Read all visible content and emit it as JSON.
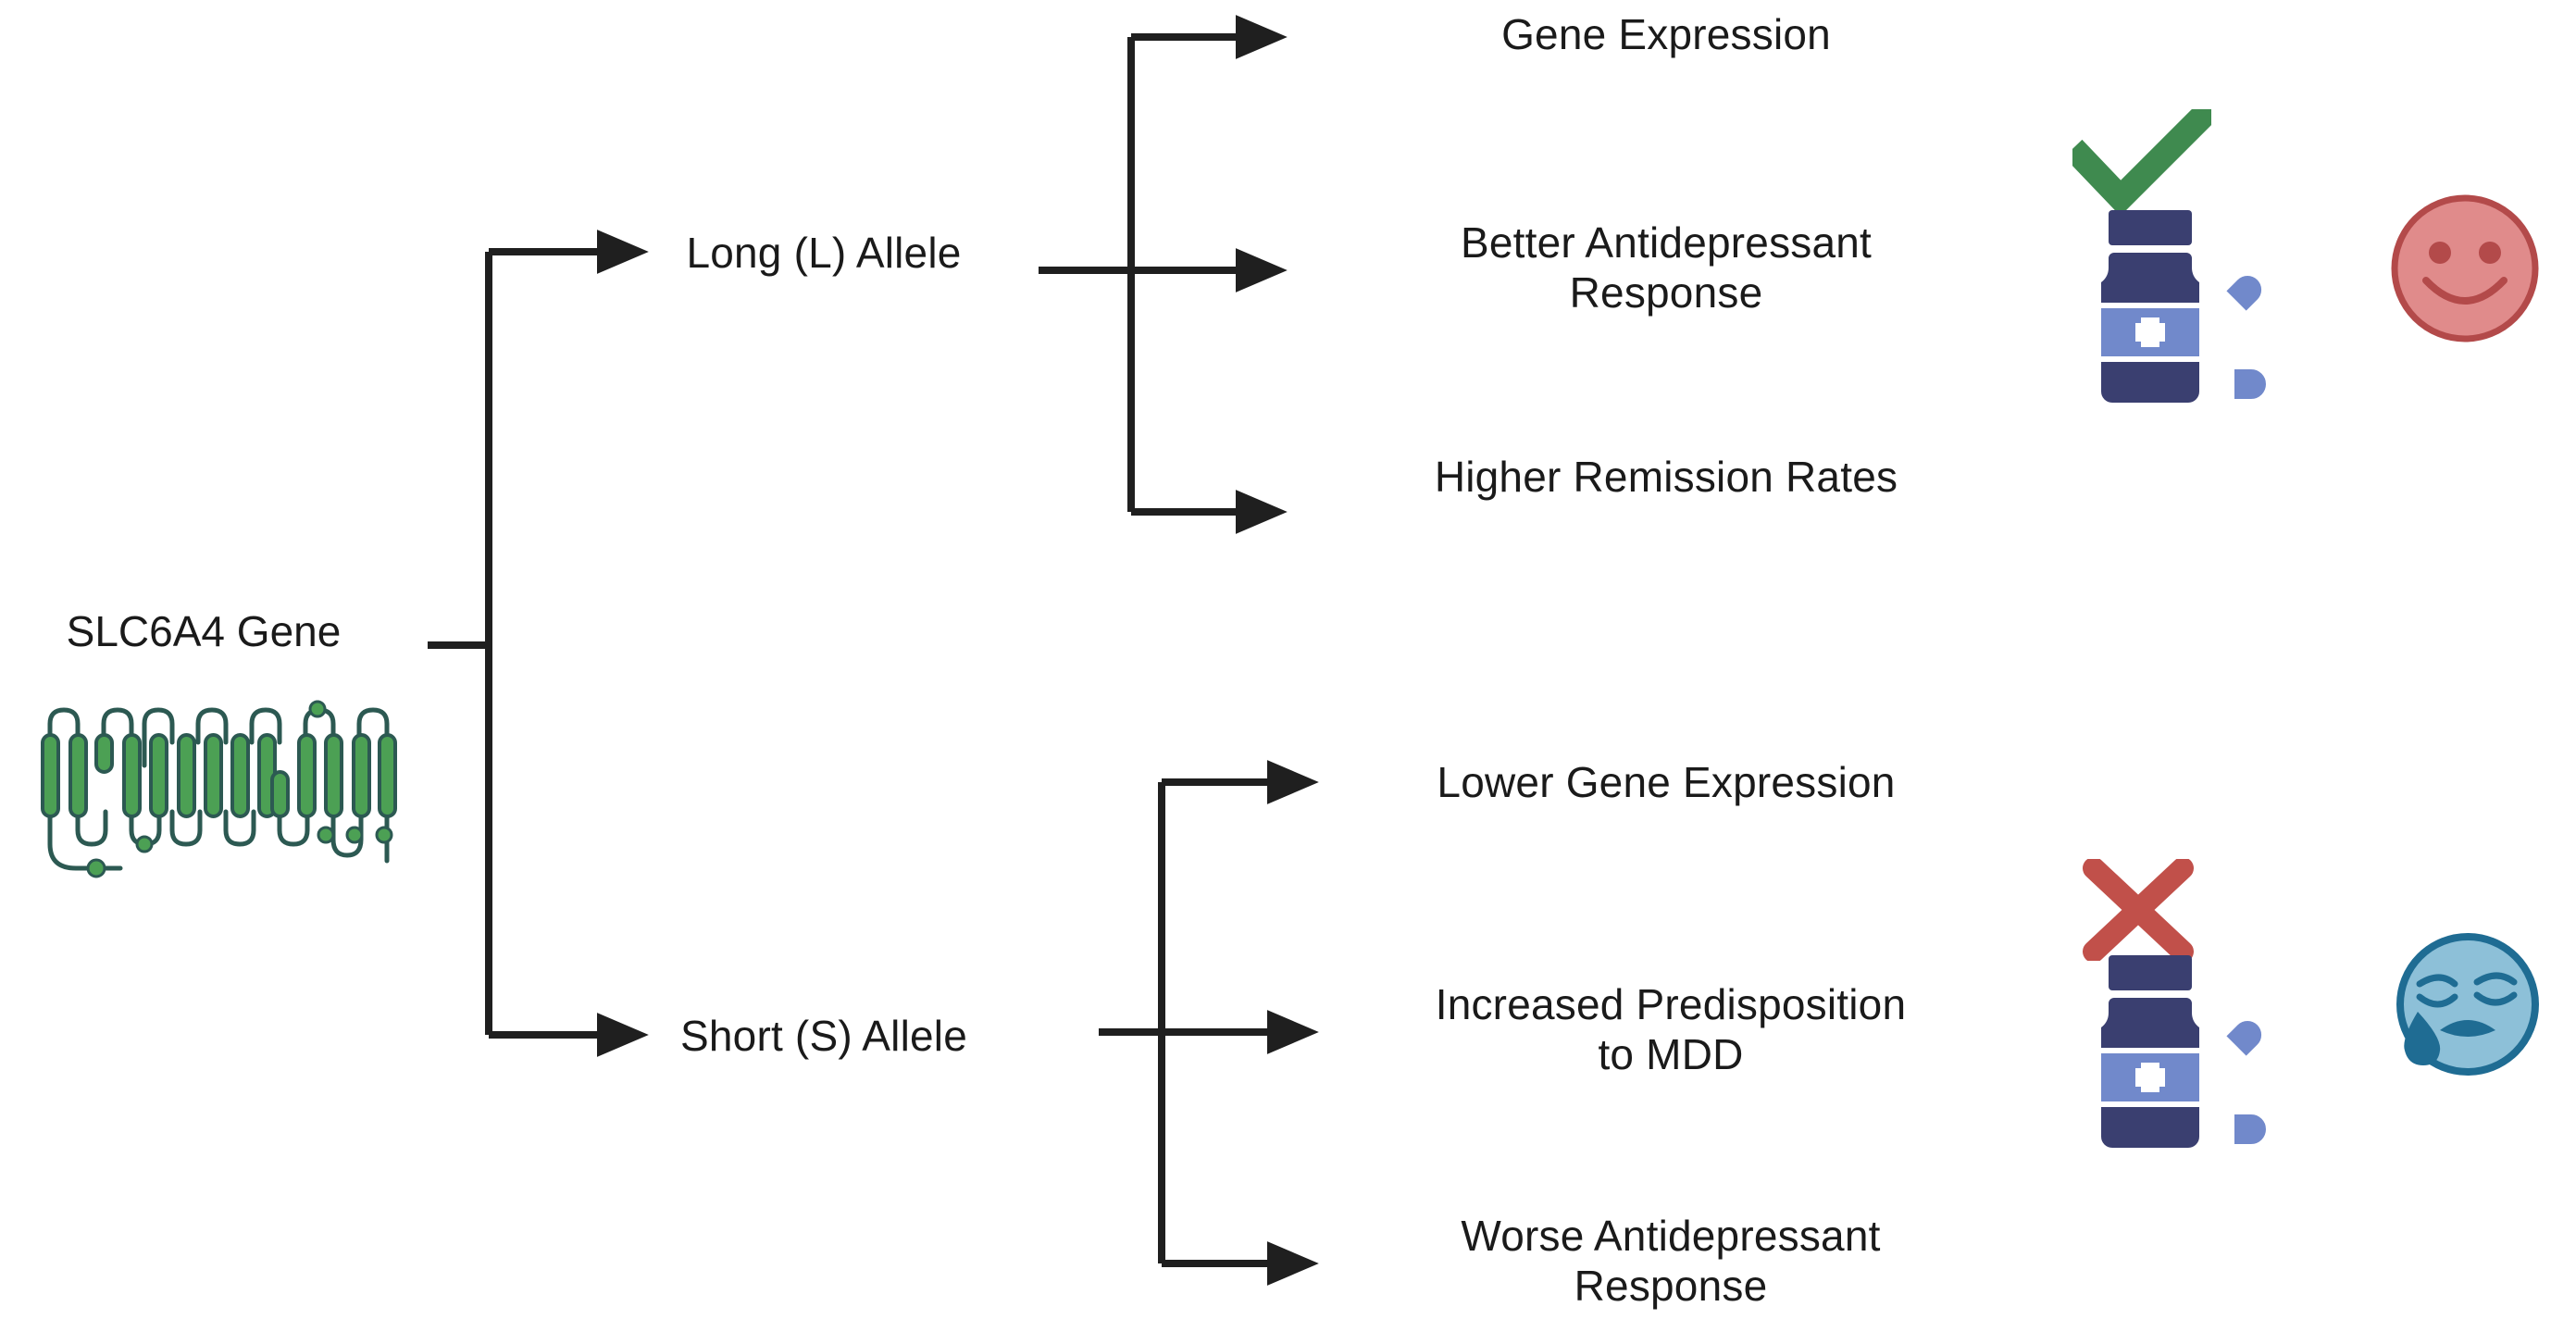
{
  "diagram": {
    "title": "SLC6A4 Gene allele outcomes flowchart",
    "root": {
      "label": "SLC6A4 Gene",
      "icon": "serotonin-transporter-protein-icon"
    },
    "branches": [
      {
        "id": "long-allele",
        "label": "Long (L) Allele",
        "outcomes": [
          {
            "id": "gene-expression",
            "text": "Gene Expression"
          },
          {
            "id": "better-antidepressant-response",
            "text": "Better Antidepressant\nResponse"
          },
          {
            "id": "higher-remission-rates",
            "text": "Higher Remission Rates"
          }
        ],
        "status_icon": "check-mark-icon",
        "medication_icon": "medicine-bottle-and-pills-icon",
        "face_icon": "smiling-face-icon"
      },
      {
        "id": "short-allele",
        "label": "Short (S) Allele",
        "outcomes": [
          {
            "id": "lower-gene-expression",
            "text": "Lower Gene Expression"
          },
          {
            "id": "increased-predisposition-to-mdd",
            "text": "Increased Predisposition\nto MDD"
          },
          {
            "id": "worse-antidepressant-response",
            "text": "Worse Antidepressant\nResponse"
          }
        ],
        "status_icon": "cross-mark-icon",
        "medication_icon": "medicine-bottle-and-pills-icon",
        "face_icon": "crying-sad-face-icon"
      }
    ]
  },
  "colors": {
    "background": "#ffffff",
    "text": "#1a1a1a",
    "connector": "#1f1f1f",
    "protein_helix": "#4CA054",
    "protein_outline": "#2C5952",
    "check_green": "#3F8A4F",
    "cross_red": "#C1504A",
    "bottle_dark": "#3A3F70",
    "bottle_light": "#7189CB",
    "happy_face": "#E08B8B",
    "happy_face_outline": "#B34A4A",
    "sad_face": "#8DC0D8",
    "sad_face_outline": "#1F6C93"
  }
}
